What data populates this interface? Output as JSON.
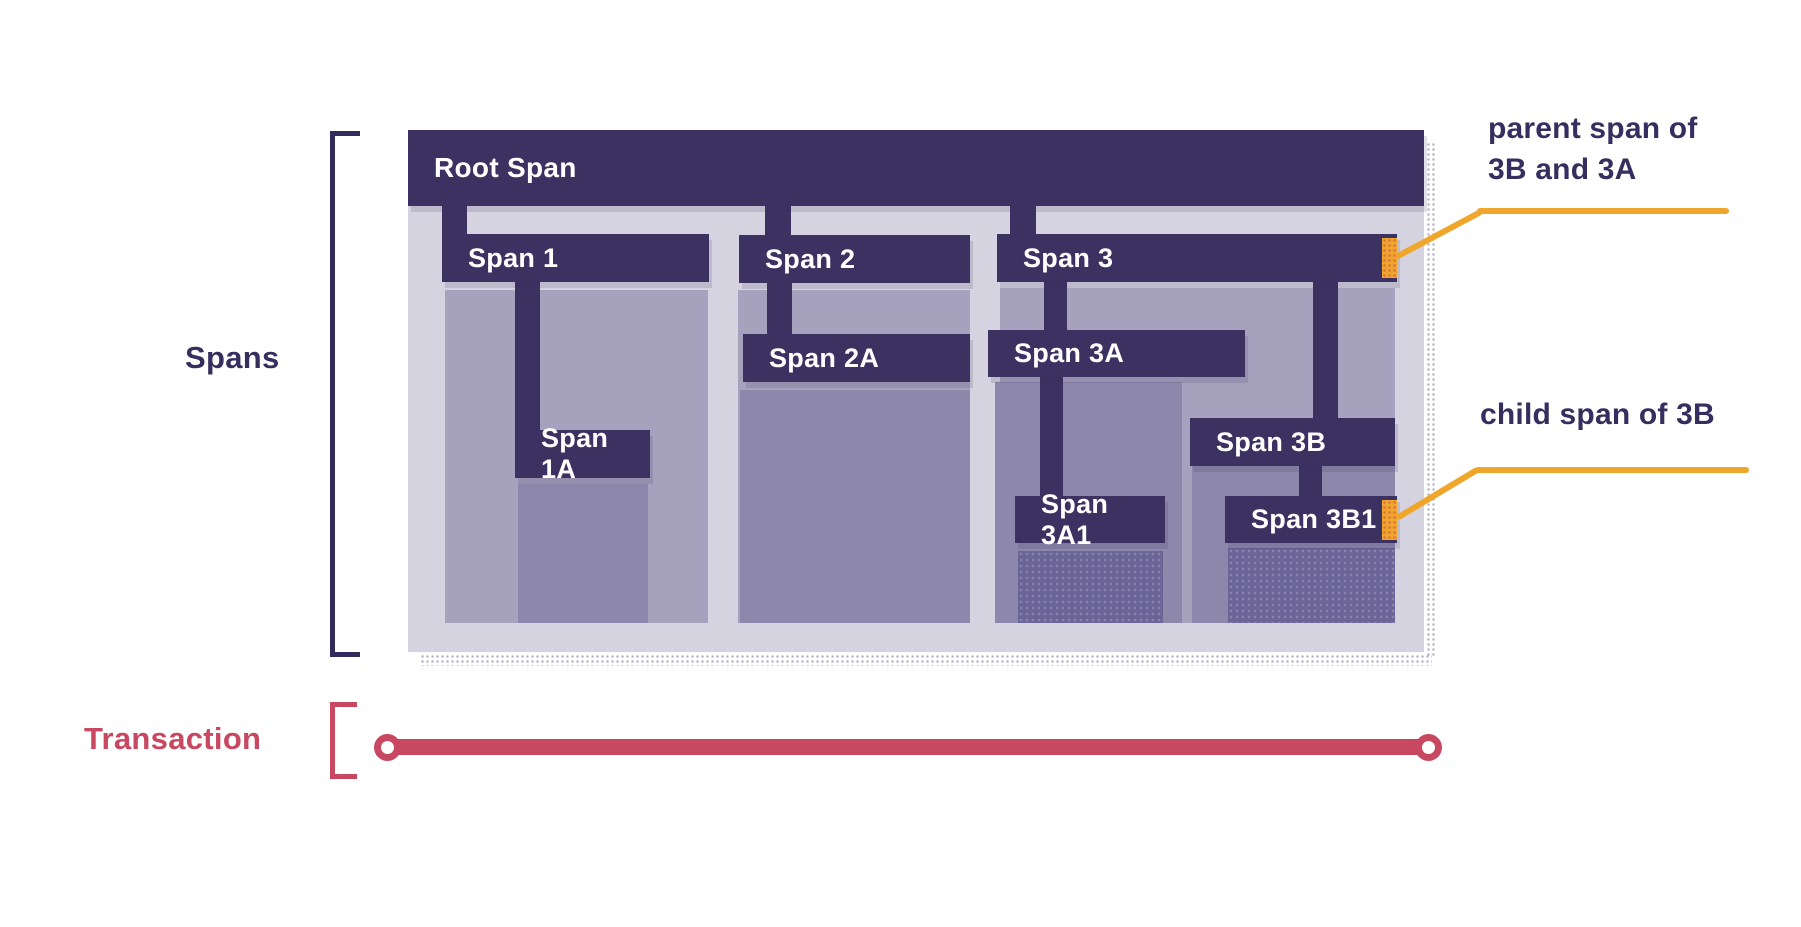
{
  "labels": {
    "spans": "Spans",
    "transaction": "Transaction"
  },
  "diagram": {
    "bars": [
      {
        "id": "root",
        "label": "Root Span",
        "parent": null
      },
      {
        "id": "span1",
        "label": "Span 1",
        "parent": "root"
      },
      {
        "id": "span2",
        "label": "Span 2",
        "parent": "root"
      },
      {
        "id": "span3",
        "label": "Span 3",
        "parent": "root"
      },
      {
        "id": "span2a",
        "label": "Span 2A",
        "parent": "span2"
      },
      {
        "id": "span3a",
        "label": "Span 3A",
        "parent": "span3"
      },
      {
        "id": "span1a",
        "label": "Span 1A",
        "parent": "span1"
      },
      {
        "id": "span3b",
        "label": "Span 3B",
        "parent": "span3"
      },
      {
        "id": "span3a1",
        "label": "Span 3A1",
        "parent": "span3a"
      },
      {
        "id": "span3b1",
        "label": "Span 3B1",
        "parent": "span3b"
      }
    ]
  },
  "annotations": {
    "parent": {
      "line1": "parent span of",
      "line2": "3B and 3A",
      "points_to": "span3"
    },
    "child": {
      "text": "child span of 3B",
      "points_to": "span3b1"
    }
  },
  "colors": {
    "bar_dark": "#3B3262",
    "navy_text": "#362E5E",
    "container_light": "#D5D3E0",
    "nest_level1": "#A6A2BD",
    "nest_level2": "#8D88AB",
    "nest_level3": "#6B6497",
    "marker_orange": "#F0A62B",
    "transaction_red": "#C74860",
    "bar_text": "#FFFFFF"
  }
}
